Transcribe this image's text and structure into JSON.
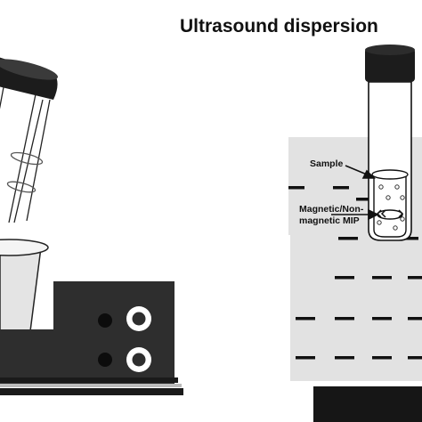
{
  "title": "Ultrasound dispersion",
  "labels": {
    "sample": "Sample",
    "mip_line1": "Magnetic/Non-",
    "mip_line2": "magnetic MIP"
  },
  "colors": {
    "bath_fill": "#e2e2e2",
    "device_dark": "#2e2e2e",
    "cap": "#1c1c1c",
    "line": "#111111"
  }
}
